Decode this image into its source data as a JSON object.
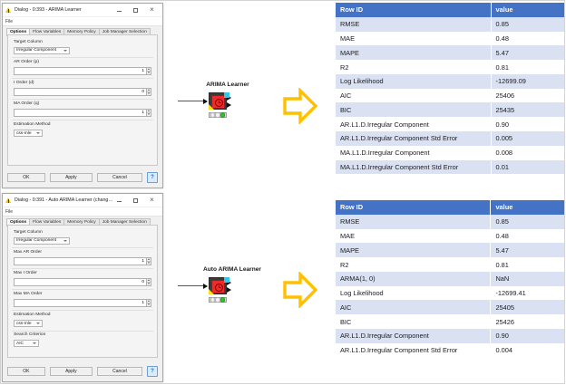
{
  "dialogs": [
    {
      "id": "arima",
      "title": "Dialog - 0:393 - ARIMA Learner",
      "menu": "File",
      "tabs": [
        "Options",
        "Flow Variables",
        "Memory Policy",
        "Job Manager Selection"
      ],
      "active_tab": "Options",
      "fields": [
        {
          "label": "Target Column",
          "type": "combo",
          "value": "Irregular Component"
        },
        {
          "label": "AR Order (p)",
          "type": "spinner",
          "value": "1"
        },
        {
          "label": "I Order (d)",
          "type": "spinner",
          "value": "0"
        },
        {
          "label": "MA Order (q)",
          "type": "spinner",
          "value": "1"
        },
        {
          "label": "Estimation Method",
          "type": "combo",
          "value": "css-mle"
        }
      ],
      "buttons": [
        "OK",
        "Apply",
        "Cancel"
      ],
      "help_label": "?",
      "window_controls": {
        "minimize": "minimize-button",
        "maximize": "maximize-button",
        "close": "×"
      }
    },
    {
      "id": "auto",
      "title": "Dialog - 0:391 - Auto ARIMA Learner (change ...",
      "menu": "File",
      "tabs": [
        "Options",
        "Flow Variables",
        "Memory Policy",
        "Job Manager Selection"
      ],
      "active_tab": "Options",
      "fields": [
        {
          "label": "Target Column",
          "type": "combo",
          "value": "Irregular Component"
        },
        {
          "label": "Max AR Order",
          "type": "spinner",
          "value": "1"
        },
        {
          "label": "Max I Order",
          "type": "spinner",
          "value": "0"
        },
        {
          "label": "Max MA Order",
          "type": "spinner",
          "value": "1"
        },
        {
          "label": "Estimation Method",
          "type": "combo",
          "value": "css-mle"
        },
        {
          "label": "Search Criterion",
          "type": "combo",
          "value": "AIC"
        }
      ],
      "buttons": [
        "OK",
        "Apply",
        "Cancel"
      ],
      "help_label": "?",
      "window_controls": {
        "minimize": "minimize-button",
        "maximize": "maximize-button",
        "close": "×"
      }
    }
  ],
  "nodes": [
    {
      "id": "arima",
      "caption": "ARIMA Learner",
      "status": "executed-green"
    },
    {
      "id": "auto",
      "caption": "Auto ARIMA Learner",
      "status": "executed-green"
    }
  ],
  "colors": {
    "table_header": "#4472C4",
    "table_row_alt": "#D9E1F2",
    "table_row_base": "#FFFFFF",
    "arrow": "#FFC000",
    "node_icon": "#EC2B2B",
    "node_port_cyan": "#35C6E8",
    "status_green": "#2FC62F"
  },
  "tables": [
    {
      "id": "arima-results",
      "columns": [
        "Row ID",
        "value"
      ],
      "rows": [
        [
          "RMSE",
          "0.85"
        ],
        [
          "MAE",
          "0.48"
        ],
        [
          "MAPE",
          "5.47"
        ],
        [
          "R2",
          "0.81"
        ],
        [
          "Log Likelihood",
          "-12699.09"
        ],
        [
          "AIC",
          "25406"
        ],
        [
          "BIC",
          "25435"
        ],
        [
          "AR.L1.D.Irregular Component",
          "0.90"
        ],
        [
          "AR.L1.D.Irregular Component Std Error",
          "0.005"
        ],
        [
          "MA.L1.D.Irregular Component",
          "0.008"
        ],
        [
          "MA.L1.D.Irregular Component Std Error",
          "0.01"
        ]
      ]
    },
    {
      "id": "auto-arima-results",
      "columns": [
        "Row ID",
        "value"
      ],
      "rows": [
        [
          "RMSE",
          "0.85"
        ],
        [
          "MAE",
          "0.48"
        ],
        [
          "MAPE",
          "5.47"
        ],
        [
          "R2",
          "0.81"
        ],
        [
          "ARMA(1, 0)",
          "NaN"
        ],
        [
          "Log Likelihood",
          "-12699.41"
        ],
        [
          "AIC",
          "25405"
        ],
        [
          "BIC",
          "25426"
        ],
        [
          "AR.L1.D.Irregular Component",
          "0.90"
        ],
        [
          "AR.L1.D.Irregular Component Std Error",
          "0.004"
        ]
      ]
    }
  ]
}
